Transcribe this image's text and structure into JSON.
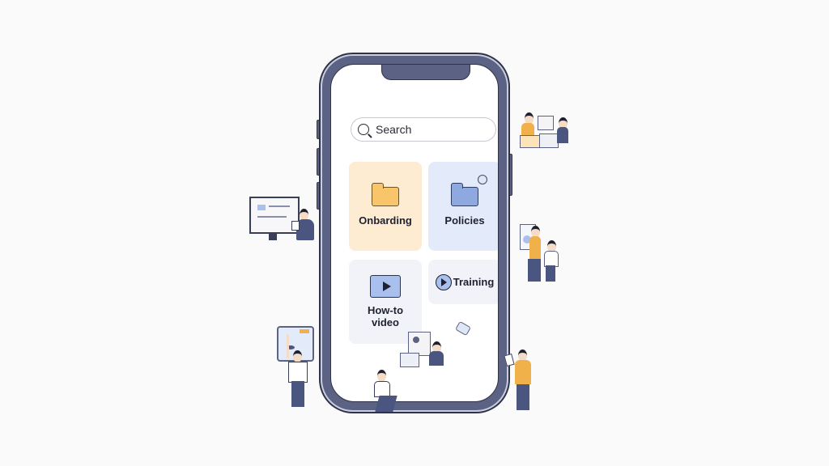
{
  "phone": {
    "search": {
      "placeholder": "Search",
      "icon": "search-icon"
    },
    "tiles": [
      {
        "label": "Onbarding",
        "icon": "folder-icon",
        "color": "#fdebd2"
      },
      {
        "label": "Policies",
        "icon": "folder-icon",
        "color": "#e3ebfb"
      },
      {
        "label": "How-to video",
        "icon": "video-play-icon",
        "color": "#f1f3f8"
      },
      {
        "label": "Training",
        "icon": "play-circle-icon",
        "color": "#f1f3f8"
      }
    ]
  },
  "colors": {
    "phone_frame": "#5b6283",
    "accent_orange": "#f0b04a",
    "accent_blue": "#8ea8e0"
  }
}
